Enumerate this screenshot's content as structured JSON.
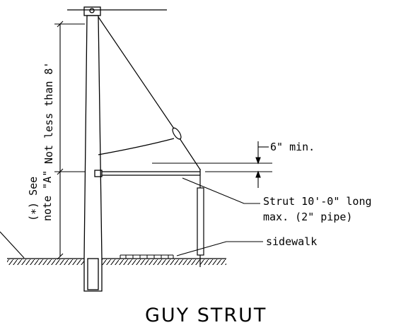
{
  "title": "GUY STRUT",
  "labels": {
    "dim_vertical": "Not less than 8'",
    "see_note_line1": "(∗) See",
    "see_note_line2": "note \"A\"",
    "min_offset": "6\" min.",
    "strut_line1": "Strut 10'-0\" long",
    "strut_line2": "max. (2\" pipe)",
    "sidewalk": "sidewalk"
  }
}
